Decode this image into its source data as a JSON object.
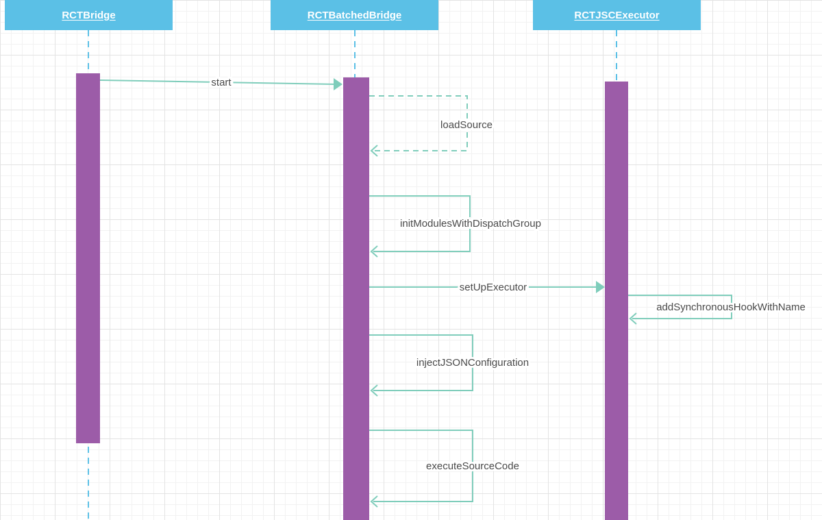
{
  "title": "",
  "colors": {
    "participant": "#5bc0e6",
    "lifeline": "#5bc0e6",
    "activation": "#9c5ca8",
    "message": "#7fcdbb",
    "label": "#4a4a4a"
  },
  "participants": [
    {
      "id": "bridge",
      "label": "RCTBridge"
    },
    {
      "id": "batched",
      "label": "RCTBatchedBridge"
    },
    {
      "id": "executor",
      "label": "RCTJSCExecutor"
    }
  ],
  "messages": [
    {
      "from": "RCTBridge",
      "to": "RCTBatchedBridge",
      "label": "start",
      "style": "solid"
    },
    {
      "from": "RCTBatchedBridge",
      "to": "RCTBatchedBridge",
      "label": "loadSource",
      "style": "dashed"
    },
    {
      "from": "RCTBatchedBridge",
      "to": "RCTBatchedBridge",
      "label": "initModulesWithDispatchGroup",
      "style": "solid"
    },
    {
      "from": "RCTBatchedBridge",
      "to": "RCTJSCExecutor",
      "label": "setUpExecutor",
      "style": "solid"
    },
    {
      "from": "RCTJSCExecutor",
      "to": "RCTJSCExecutor",
      "label": "addSynchronousHookWithName",
      "style": "solid"
    },
    {
      "from": "RCTBatchedBridge",
      "to": "RCTBatchedBridge",
      "label": "injectJSONConfiguration",
      "style": "solid"
    },
    {
      "from": "RCTBatchedBridge",
      "to": "RCTBatchedBridge",
      "label": "executeSourceCode",
      "style": "solid"
    }
  ]
}
